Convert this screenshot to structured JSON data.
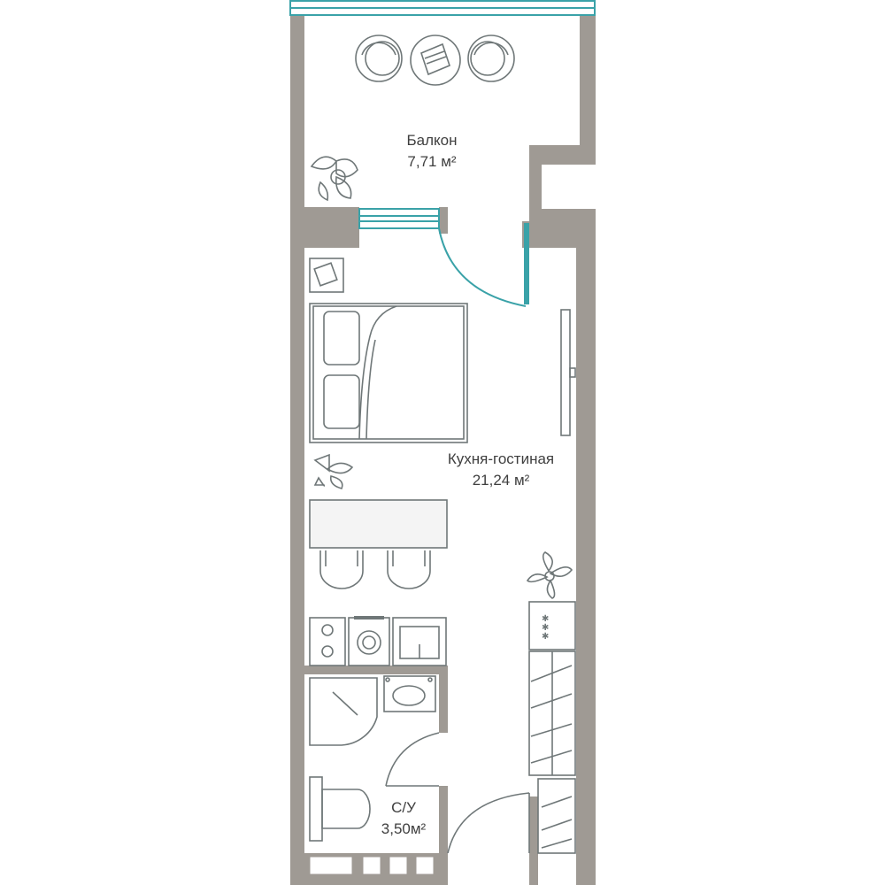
{
  "rooms": {
    "balcony": {
      "name": "Балкон",
      "area": "7,71 м²"
    },
    "living": {
      "name": "Кухня-гостиная",
      "area": "21,24 м²"
    },
    "bathroom": {
      "name": "С/У",
      "area": "3,50м²"
    }
  },
  "colors": {
    "wall": "#9f9a94",
    "window": "#3aa2a8",
    "furniture_stroke": "#6f7778",
    "background": "#ffffff"
  },
  "icons": [
    "armchair-icon",
    "coffee-table-icon",
    "plant-icon",
    "bed-icon",
    "nightstand-icon",
    "table-icon",
    "chair-icon",
    "stove-icon",
    "washing-machine-icon",
    "sink-icon",
    "shower-icon",
    "toilet-icon",
    "wardrobe-icon",
    "door-icon",
    "window-icon"
  ]
}
